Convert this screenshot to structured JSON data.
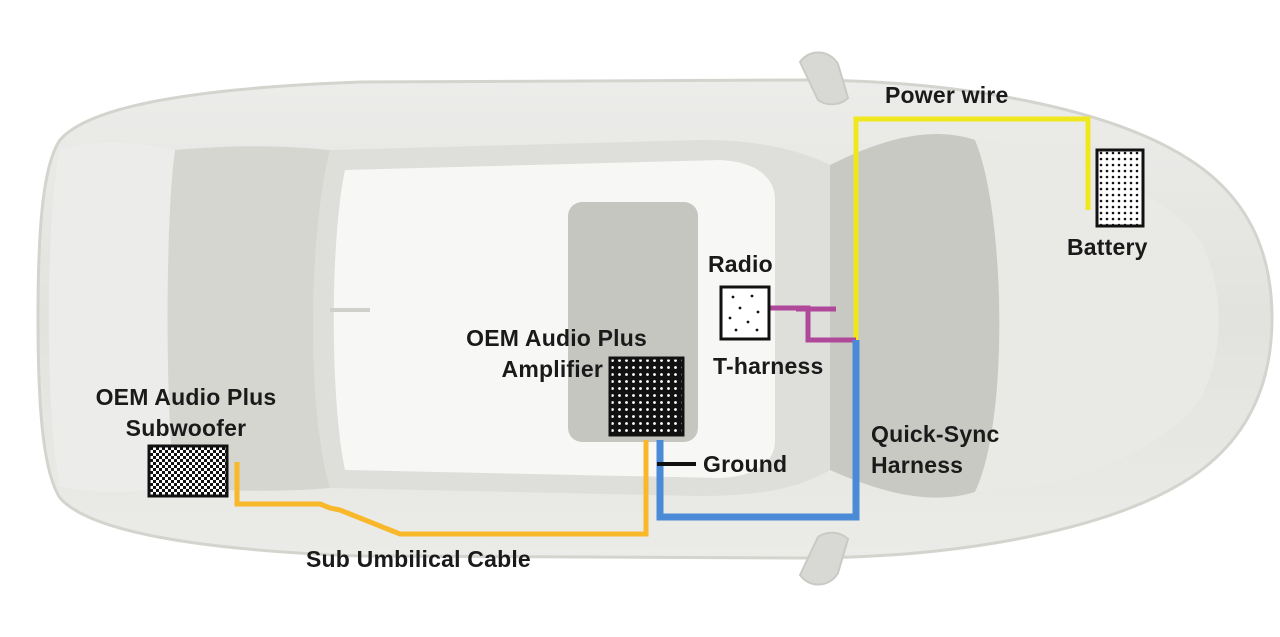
{
  "labels": {
    "power_wire": "Power wire",
    "battery": "Battery",
    "radio": "Radio",
    "t_harness": "T-harness",
    "amplifier_line1": "OEM Audio Plus",
    "amplifier_line2": "Amplifier",
    "subwoofer_line1": "OEM Audio Plus",
    "subwoofer_line2": "Subwoofer",
    "ground": "Ground",
    "quick_sync_line1": "Quick-Sync",
    "quick_sync_line2": "Harness",
    "sub_umbilical": "Sub Umbilical Cable"
  },
  "colors": {
    "power_wire": "#f0e81e",
    "t_harness": "#b0489a",
    "quick_sync": "#4a8ad6",
    "sub_umbilical": "#f8b82a",
    "ground": "#111111",
    "car_body": "#e6e6e2",
    "car_glass": "#cdcdc8"
  }
}
